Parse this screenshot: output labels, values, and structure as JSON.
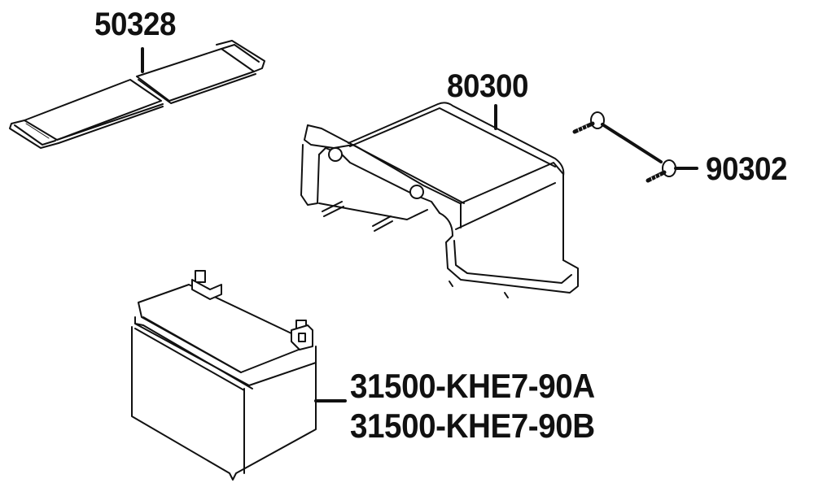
{
  "diagram": {
    "type": "exploded-parts-diagram",
    "colors": {
      "line": "#111111",
      "background": "#ffffff"
    },
    "parts": [
      {
        "id": "battery-holder-band",
        "part_number": "50328",
        "description_icon": "rubber-strap"
      },
      {
        "id": "battery-cover",
        "part_number": "80300",
        "description_icon": "cover-housing"
      },
      {
        "id": "screws",
        "part_number": "90302",
        "description_icon": "screw-with-washer",
        "quantity_shown": 2
      },
      {
        "id": "battery",
        "part_numbers": [
          "31500-KHE7-90A",
          "31500-KHE7-90B"
        ],
        "description_icon": "battery-box"
      }
    ]
  },
  "labels": {
    "strap": "50328",
    "cover": "80300",
    "screw": "90302",
    "battery_a": "31500-KHE7-90A",
    "battery_b": "31500-KHE7-90B"
  }
}
